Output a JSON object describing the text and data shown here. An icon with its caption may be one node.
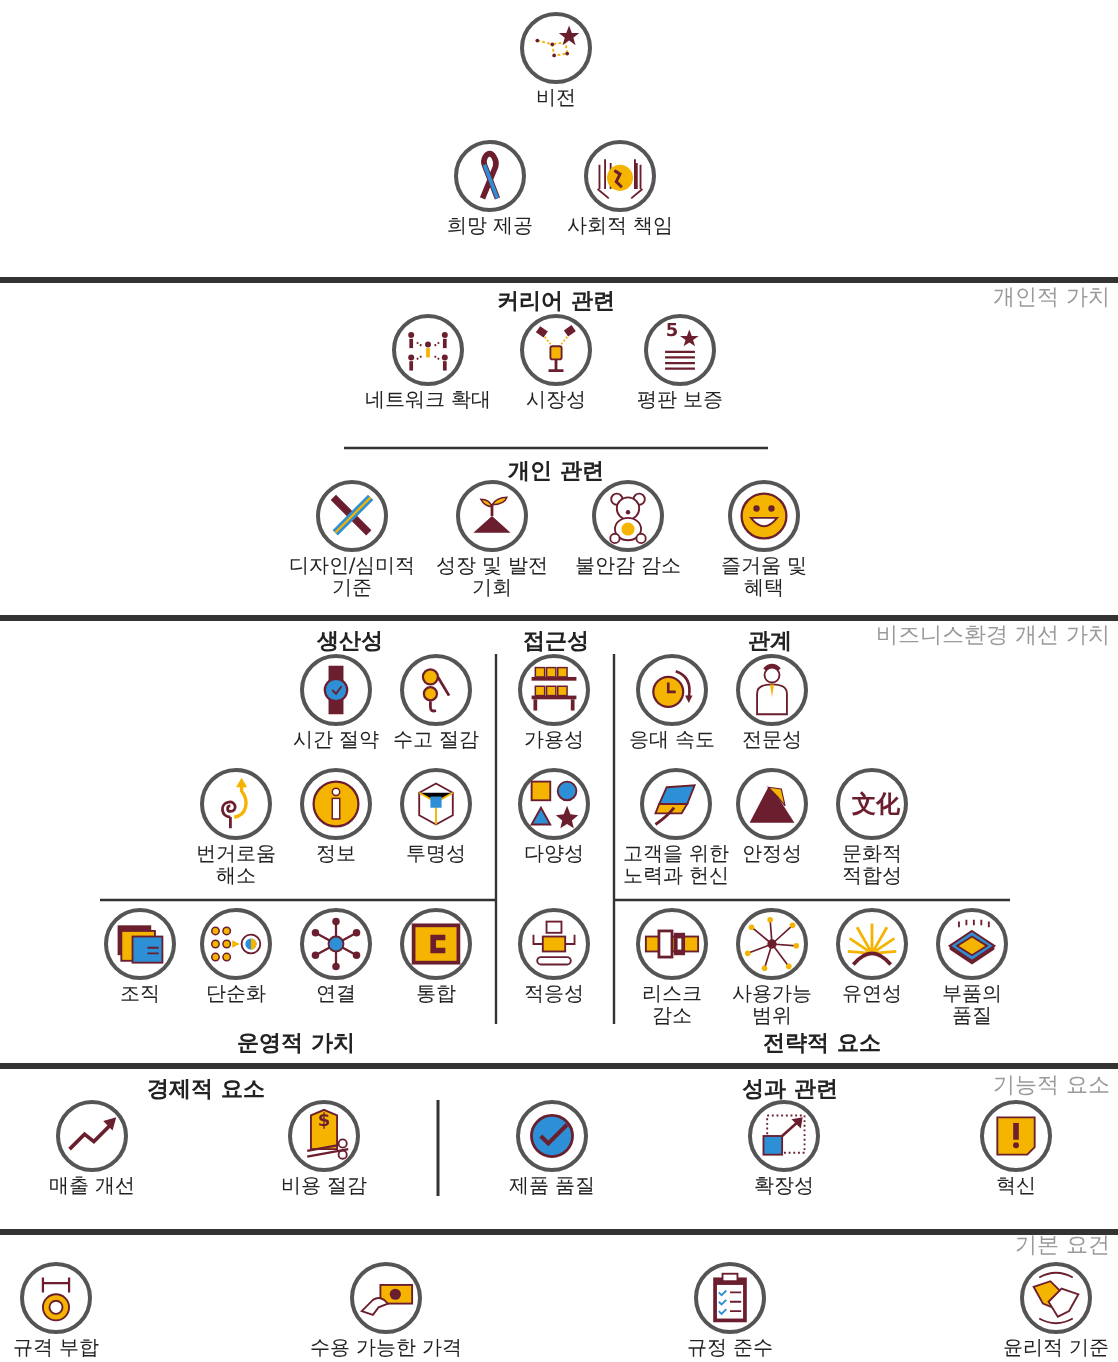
{
  "diagram": {
    "nodes": [
      {
        "text": [
          "비전"
        ]
      },
      {
        "text": [
          "희망 제공"
        ]
      },
      {
        "text": [
          "사회적 책임"
        ]
      },
      {
        "text": [
          "네트워크 확대"
        ]
      },
      {
        "text": [
          "시장성"
        ]
      },
      {
        "text": [
          "5",
          "평판 보증"
        ]
      },
      {
        "text": [
          "디자인/심미적 기준"
        ]
      },
      {
        "text": [
          "성장 및 발전 기회"
        ]
      },
      {
        "text": [
          "불안감 감소"
        ]
      },
      {
        "text": [
          "즐거움 및 혜택"
        ]
      },
      {
        "text": [
          "시간 절약"
        ]
      },
      {
        "text": [
          "수고 절감"
        ]
      },
      {
        "text": [
          "가용성"
        ]
      },
      {
        "text": [
          "응대 속도"
        ]
      },
      {
        "text": [
          "전문성"
        ]
      },
      {
        "text": [
          "번거로움 해소"
        ]
      },
      {
        "text": [
          "정보"
        ]
      },
      {
        "text": [
          "투명성"
        ]
      },
      {
        "text": [
          "다양성"
        ]
      },
      {
        "text": [
          "고객을 위한 노력과 헌신"
        ]
      },
      {
        "text": [
          "안정성"
        ]
      },
      {
        "text": [
          "文化",
          "문화적 적합성"
        ]
      },
      {
        "text": [
          "조직"
        ]
      },
      {
        "text": [
          "단순화"
        ]
      },
      {
        "text": [
          "연결"
        ]
      },
      {
        "text": [
          "통합"
        ]
      },
      {
        "text": [
          "적응성"
        ]
      },
      {
        "text": [
          "리스크 감소"
        ]
      },
      {
        "text": [
          "사용가능 범위"
        ]
      },
      {
        "text": [
          "유연성"
        ]
      },
      {
        "text": [
          "부품의 품질"
        ]
      },
      {
        "text": [
          "매출 개선"
        ]
      },
      {
        "text": [
          "$",
          "비용 절감"
        ]
      },
      {
        "text": [
          "제품 품질"
        ]
      },
      {
        "text": [
          "확장성"
        ]
      },
      {
        "text": [
          "혁신"
        ]
      },
      {
        "text": [
          "규격 부합"
        ]
      },
      {
        "text": [
          "수용 가능한 가격"
        ]
      },
      {
        "text": [
          "규정 준수"
        ]
      },
      {
        "text": [
          "윤리적 기준"
        ]
      }
    ],
    "labels": [
      "커리어 관련",
      "개인적 가치",
      "개인 관련",
      "생산성",
      "접근성",
      "관계",
      "비즈니스환경 개선 가치",
      "운영적 가치",
      "전략적 요소",
      "경제적 요소",
      "성과 관련",
      "기능적 요소",
      "기본 요건"
    ]
  }
}
